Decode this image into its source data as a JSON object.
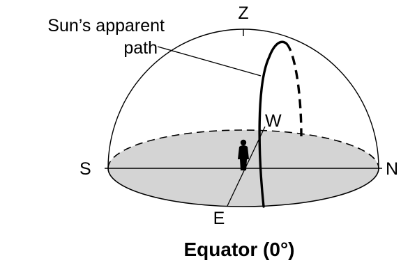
{
  "diagram": {
    "labels": {
      "zenith": "Z",
      "path_line1": "Sun’s apparent",
      "path_line2": "path",
      "west": "W",
      "south": "S",
      "north": "N",
      "east": "E"
    },
    "caption": "Equator (0°)",
    "colors": {
      "ground_fill": "#d4d4d4",
      "stroke": "#000000",
      "background": "#ffffff"
    },
    "icons": {
      "observer": "person-silhouette-icon"
    }
  }
}
